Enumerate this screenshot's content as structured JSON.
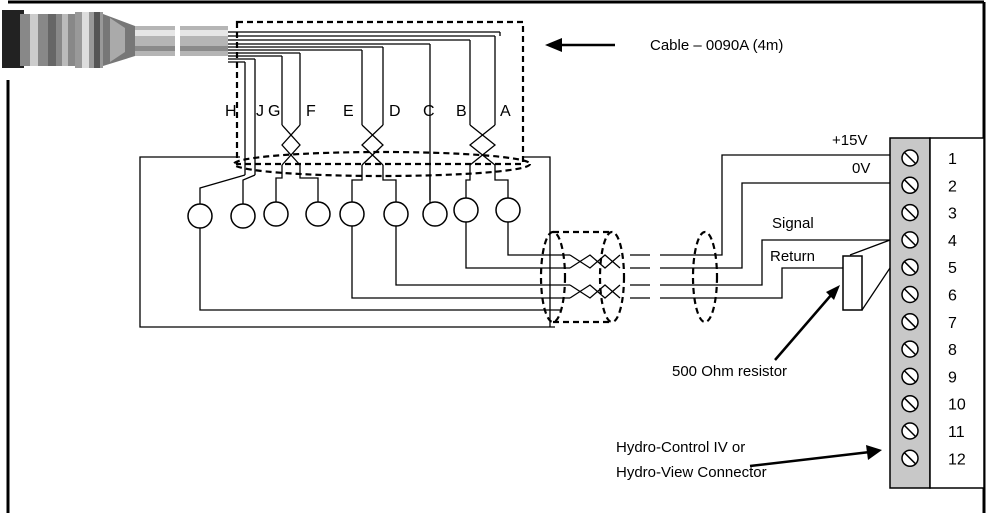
{
  "cable": {
    "label": "Cable – 0090A (4m)"
  },
  "wire_letters": [
    "H",
    "J",
    "G",
    "F",
    "E",
    "D",
    "C",
    "B",
    "A"
  ],
  "supply_labels": {
    "plus15v": "+15V",
    "zero_v": "0V",
    "signal": "Signal",
    "return": "Return"
  },
  "resistor": {
    "label": "500 Ohm resistor"
  },
  "connector": {
    "label_line1": "Hydro-Control IV or",
    "label_line2": "Hydro-View Connector",
    "terminals": [
      "1",
      "2",
      "3",
      "4",
      "5",
      "6",
      "7",
      "8",
      "9",
      "10",
      "11",
      "12"
    ],
    "body_color": "#c8c8c8"
  }
}
